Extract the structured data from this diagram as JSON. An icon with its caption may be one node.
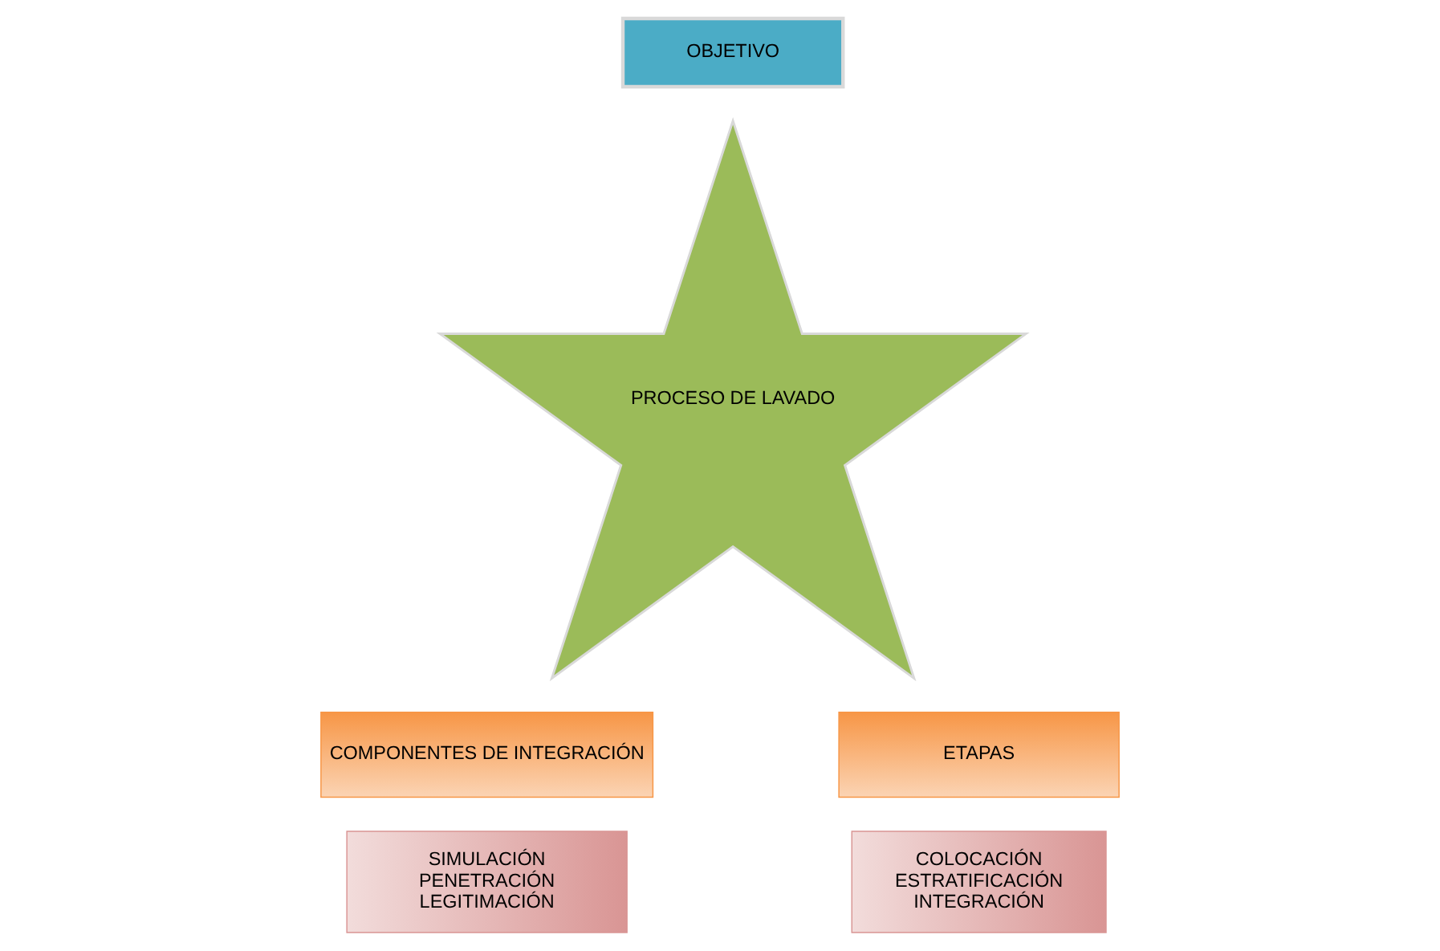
{
  "diagram": {
    "nodes": [
      {
        "text": [
          "OBJETIVO"
        ]
      },
      {
        "text": [
          "PROCESO DE LAVADO"
        ]
      },
      {
        "text": [
          "COMPONENTES DE INTEGRACIÓN"
        ]
      },
      {
        "text": [
          "SIMULACIÓN",
          "PENETRACIÓN",
          "LEGITIMACIÓN"
        ]
      },
      {
        "text": [
          "ETAPAS"
        ]
      },
      {
        "text": [
          "COLOCACIÓN",
          "ESTRATIFICACIÓN",
          "INTEGRACIÓN"
        ]
      }
    ]
  }
}
